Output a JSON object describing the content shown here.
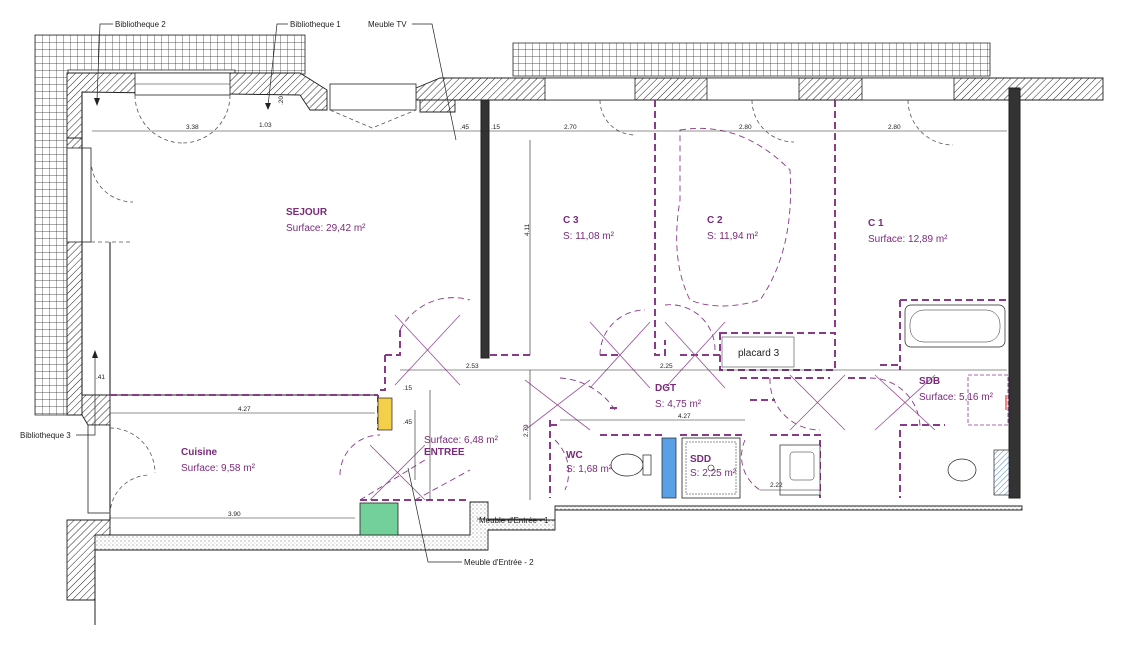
{
  "rooms": {
    "sejour": {
      "name": "SEJOUR",
      "surface": "Surface: 29,42 m²"
    },
    "c3": {
      "name": "C 3",
      "surface": "S: 11,08 m²"
    },
    "c2": {
      "name": "C 2",
      "surface": "S: 11,94 m²"
    },
    "c1": {
      "name": "C 1",
      "surface": "Surface: 12,89 m²"
    },
    "entree": {
      "name": "ENTREE",
      "surface": "Surface: 6,48 m²"
    },
    "cuisine": {
      "name": "Cuisine",
      "surface": "Surface: 9,58 m²"
    },
    "dgt": {
      "name": "DGT",
      "surface": "S: 4,75 m²"
    },
    "wc": {
      "name": "WC",
      "surface": "S: 1,68 m²"
    },
    "sdd": {
      "name": "SDD",
      "surface": "S: 2,25 m²"
    },
    "sdb": {
      "name": "SDB",
      "surface": "Surface: 5,16 m²"
    },
    "placard": {
      "name": "placard 3"
    }
  },
  "callouts": {
    "bibliotheque2": "Bibliotheque 2",
    "bibliotheque1": "Bibliotheque 1",
    "meubleTV": "Meuble TV",
    "bibliotheque3": "Bibliotheque 3",
    "meubleEntree1": "Meuble d'Entrée - 1",
    "meubleEntree2": "Meuble d'Entrée - 2"
  },
  "dimensions": {
    "d338": "3.38",
    "d103": "1.03",
    "d45a": ".45",
    "d15a": ".15",
    "d270": "2.70",
    "d280a": "2.80",
    "d280b": "2.80",
    "d411": "4.11",
    "d253": "2.53",
    "d225": "2.25",
    "d427a": "4.27",
    "d427b": "4.27",
    "d390": "3.90",
    "d279": "2.79",
    "d222": "2.22",
    "d41": ".41",
    "d15b": ".15",
    "d45b": ".45",
    "d20": ".20"
  },
  "colors": {
    "partition": "#8a3a8a",
    "label": "#7a2a7a",
    "hatch": "#222222",
    "entree_cabinet": "#f4cf4a",
    "kitchen_cabinet": "#74d09a",
    "sdd_panel": "#5aa0e6"
  }
}
